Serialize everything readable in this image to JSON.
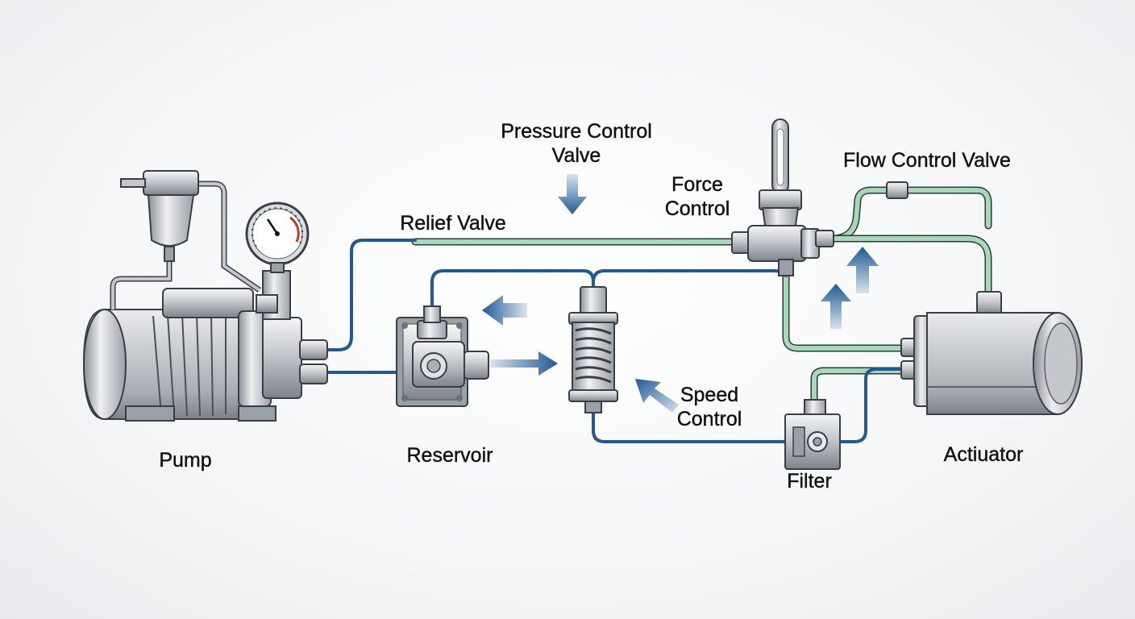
{
  "labels": {
    "pump": "Pump",
    "reservoir": "Reservoir",
    "filter": "Filter",
    "actuator": "Actiuator",
    "relief_valve": "Relief Valve",
    "pressure_control_valve_line1": "Pressure Control",
    "pressure_control_valve_line2": "Valve",
    "force_control_line1": "Force",
    "force_control_line2": "Control",
    "flow_control_valve": "Flow Control Valve",
    "speed_control_line1": "Speed",
    "speed_control_line2": "Control"
  },
  "colors": {
    "supply_line": "#1f5a96",
    "return_line": "#9fd3b6",
    "arrow": "#1f5a96",
    "metal": "#b9bec4"
  }
}
